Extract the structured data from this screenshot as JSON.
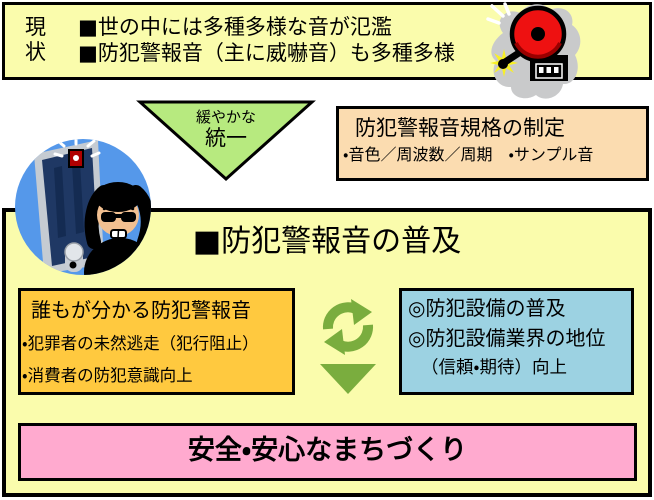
{
  "palette": {
    "pale_yellow": "#FAFCAC",
    "peach": "#FBDCB0",
    "orange": "#FFC93F",
    "light_blue": "#9CD2E2",
    "pink": "#FFAACF",
    "light_green": "#B7EA7F",
    "green": "#7AAD3E",
    "bell_red": "#EE1111",
    "circle_blue": "#5598EA",
    "border": "#000000"
  },
  "current_status": {
    "label_chars": [
      "現",
      "状"
    ],
    "lines": [
      "■世の中には多種多様な音が氾濫",
      "■防犯警報音（主に威嚇音）も多種多様"
    ]
  },
  "transition": {
    "triangle_label_top": "緩やかな",
    "triangle_label_bottom": "統一",
    "standard_box": {
      "title": "防犯警報音規格の制定",
      "items": "・音色／周波数／周期　・サンプル音"
    }
  },
  "spread_section": {
    "title": "■防犯警報音の普及",
    "left_box": {
      "title": "誰もが分かる防犯警報音",
      "bullets": [
        "・犯罪者の未然逃走（犯行阻止）",
        "・消費者の防犯意識向上"
      ]
    },
    "right_box": {
      "lines": [
        "◎防犯設備の普及",
        "◎防犯設備業界の地位",
        "（信頼・期待）向上"
      ]
    },
    "goal_box": {
      "label": "安全・安心なまちづくり"
    }
  },
  "icons": {
    "alarm_bell": "alarm-bell-icon",
    "burglar": "burglar-at-door-icon",
    "cycle": "cycle-arrows-icon",
    "down_arrow": "down-arrow-icon",
    "unification_triangle": "down-triangle-shape"
  }
}
